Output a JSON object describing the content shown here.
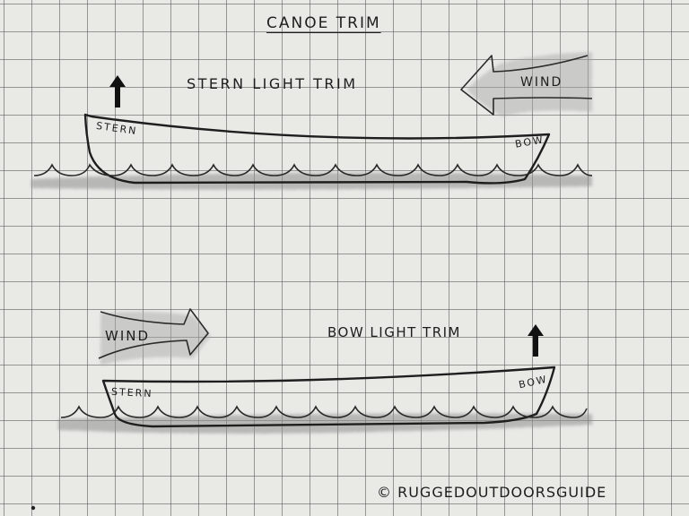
{
  "diagram": {
    "title": "CANOE TRIM",
    "sections": [
      {
        "heading": "STERN LIGHT TRIM",
        "wind_label": "WIND",
        "wind_direction": "right-to-left",
        "stern_label": "STERN",
        "bow_label": "BOW",
        "raised_end": "stern",
        "up_arrow_position": "above stern"
      },
      {
        "heading": "BOW LIGHT TRIM",
        "wind_label": "WIND",
        "wind_direction": "left-to-right",
        "stern_label": "STERN",
        "bow_label": "BOW",
        "raised_end": "bow",
        "up_arrow_position": "above bow"
      }
    ],
    "copyright": "© RUGGEDOUTDOORSGUIDE",
    "icons": {
      "up_arrow": "up-arrow-icon",
      "wind_arrow": "wind-arrow-icon"
    },
    "colors": {
      "paper": "#e9e9e6",
      "grid": "#6e6e6e",
      "ink": "#1e1e1e",
      "pencil_shading": "#9a9a9a"
    }
  }
}
